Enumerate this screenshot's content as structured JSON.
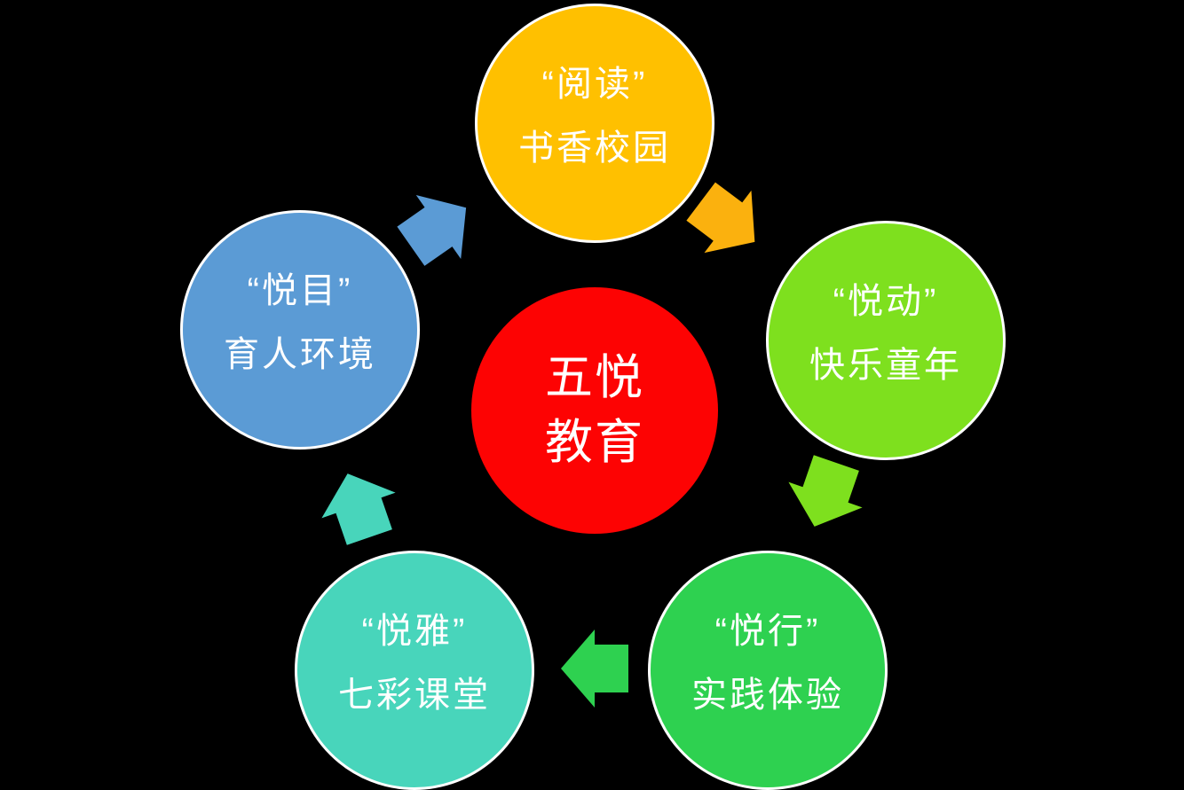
{
  "diagram": {
    "background_color": "#000000",
    "text_color": "#FFFFFF",
    "border_color": "#FFFFFF",
    "center": {
      "label_line1": "五悦",
      "label_line2": "教育",
      "color": "#FD0303"
    },
    "nodes": [
      {
        "quoted_term": "“阅读”",
        "subtitle": "书香校园",
        "color": "#FFC000"
      },
      {
        "quoted_term": "“悦动”",
        "subtitle": "快乐童年",
        "color": "#7EE01E"
      },
      {
        "quoted_term": "“悦行”",
        "subtitle": "实践体验",
        "color": "#2ED150"
      },
      {
        "quoted_term": "“悦雅”",
        "subtitle": "七彩课堂",
        "color": "#48D5BB"
      },
      {
        "quoted_term": "“悦目”",
        "subtitle": "育人环境",
        "color": "#5B9BD5"
      }
    ],
    "arrows": [
      {
        "name": "reading-to-yuedong",
        "color": "#FBB10E"
      },
      {
        "name": "yuedong-to-yuexing",
        "color": "#7EE01E"
      },
      {
        "name": "yuexing-to-yueya",
        "color": "#2ED150"
      },
      {
        "name": "yueya-to-yuemu",
        "color": "#48D5BB"
      },
      {
        "name": "yuemu-to-reading",
        "color": "#5B9BD5"
      }
    ]
  }
}
